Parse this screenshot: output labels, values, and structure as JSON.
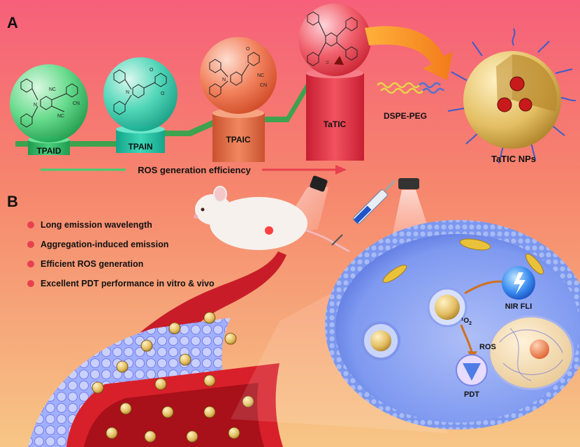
{
  "panels": {
    "a": "A",
    "b": "B"
  },
  "molecules": [
    {
      "name": "TPAID",
      "color": "#3fcf72"
    },
    {
      "name": "TPAIN",
      "color": "#2fd3b0"
    },
    {
      "name": "TPAIC",
      "color": "#ef6f47"
    },
    {
      "name": "TaTIC",
      "color": "#ea3d4b"
    }
  ],
  "molecule_atoms": {
    "nc": "NC",
    "cn": "CN",
    "n": "N",
    "o": "O",
    "eq": "="
  },
  "efficiency_label": "ROS generation efficiency",
  "dspe_label": "DSPE-PEG",
  "nps_label": "TaTIC NPs",
  "features": [
    "Long emission wavelength",
    "Aggregation-induced emission",
    "Efficient ROS generation",
    "Excellent PDT performance in vitro & vivo"
  ],
  "cell_labels": {
    "nir": "NIR FLI",
    "singlet": "¹O",
    "singlet_sub": "2",
    "ros": "ROS",
    "pdt": "PDT"
  },
  "colors": {
    "bg_top": "#f6627b",
    "bg_bottom": "#f7c488",
    "vessel": "#d8202a",
    "membrane": "#6f8ff0",
    "nanoparticle": "#e2bf63"
  }
}
